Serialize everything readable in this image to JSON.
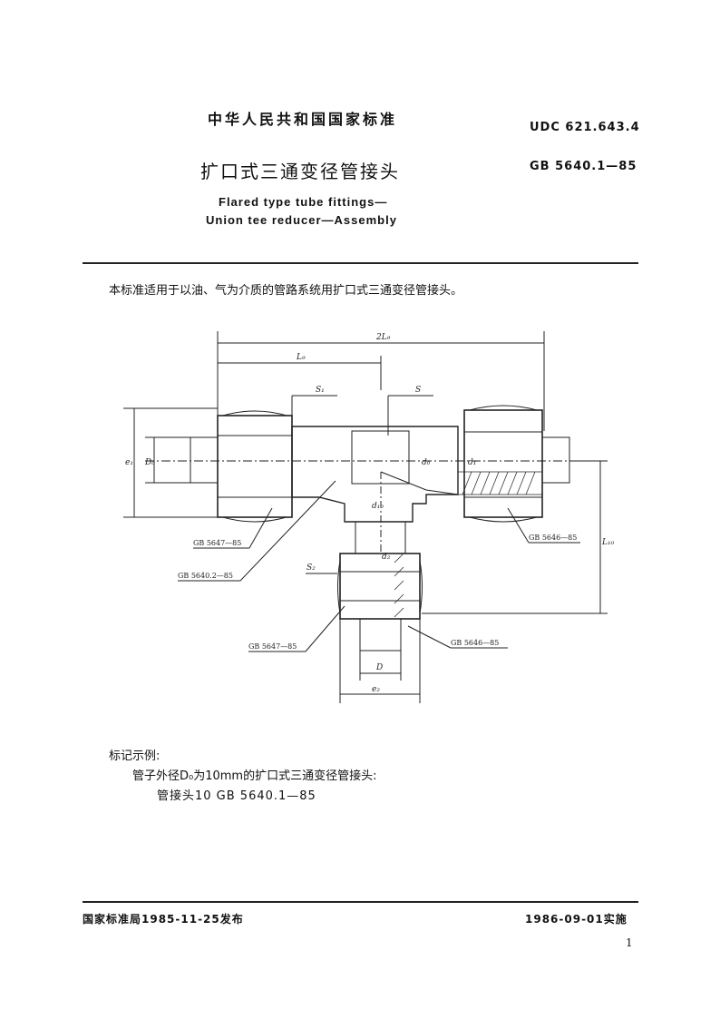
{
  "header": {
    "standard_cn": "中华人民共和国国家标准",
    "udc": "UDC 621.643.4",
    "title_cn": "扩口式三通变径管接头",
    "gb_number": "GB 5640.1—85",
    "title_en_line1": "Flared type tube fittings—",
    "title_en_line2": "Union tee reducer—Assembly"
  },
  "body": {
    "scope": "本标准适用于以油、气为介质的管路系统用扩口式三通变径管接头。"
  },
  "drawing": {
    "dim_2L9": "2L₉",
    "dim_L9": "L₉",
    "label_S1": "S₁",
    "label_S": "S",
    "label_S2": "S₂",
    "dim_e1": "e₁",
    "dim_D0": "D₀",
    "dim_d0": "d₀",
    "dim_d1": "d₁",
    "dim_d10": "d₁₀",
    "dim_d2": "d₂",
    "dim_L10": "L₁₀",
    "dim_D": "D",
    "dim_e2": "e₂",
    "ref_gb5647_top": "GB 5647—85",
    "ref_gb5640_2": "GB 5640.2—85",
    "ref_gb5646_right": "GB 5646—85",
    "ref_gb5647_bottom": "GB 5647—85",
    "ref_gb5646_bottom": "GB 5646—85"
  },
  "marking": {
    "heading": "标记示例:",
    "line1": "管子外径D₀为10mm的扩口式三通变径管接头:",
    "line2": "管接头10   GB 5640.1—85"
  },
  "footer": {
    "issued": "国家标准局1985-11-25发布",
    "effective": "1986-09-01实施",
    "page_number": "1"
  }
}
